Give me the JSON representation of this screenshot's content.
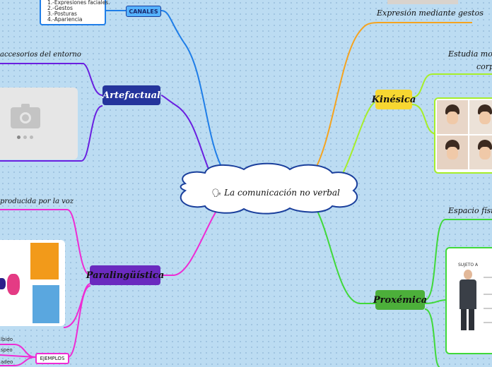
{
  "central": {
    "icon": "speaker-icon",
    "title": "La comunicación no verbal"
  },
  "canales": {
    "label": "CANALES",
    "items": [
      "1.-Expresiones faciales.",
      "2.-Gestos",
      "3.-Posturas",
      "4.-Apariencia"
    ]
  },
  "artefactual": {
    "label": "Artefactual",
    "desc": "accesorios del entorno"
  },
  "paralinguistica": {
    "label": "Paralingüística",
    "desc": "producida por la voz",
    "ejemplos_label": "EJEMPLOS",
    "ejemplos": [
      "…lbido",
      "…speo",
      "…adeo"
    ]
  },
  "kinesica": {
    "label": "Kinésica",
    "desc_top": "Expresión mediante gestos",
    "desc": "Estudia movi…",
    "desc2": "corp…"
  },
  "proxemica": {
    "label": "Proxémica",
    "desc": "Espacio físic…",
    "image_caption": "SUJETO A"
  },
  "colors": {
    "canales": "#1f7ee8",
    "artefactual": "#6a1fe0",
    "paralinguistica": "#ee2bd4",
    "kinesica": "#a6ee2a",
    "proxemica": "#40d93a",
    "expresion": "#f5a31f"
  }
}
